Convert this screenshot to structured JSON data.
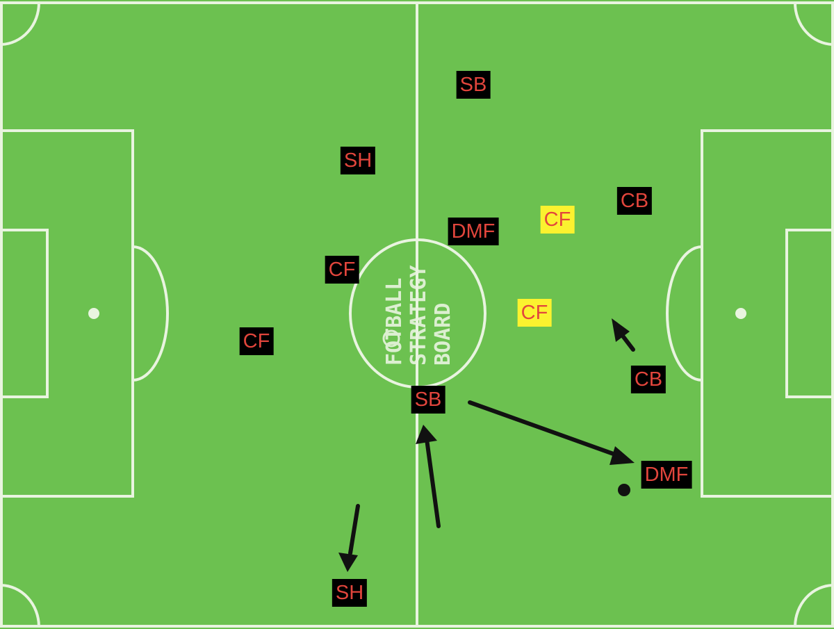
{
  "colors": {
    "pitch": "#6cc150",
    "lines": "#e9f4e0",
    "marker_dark_bg": "#000000",
    "marker_light_bg": "#fbf22f",
    "marker_text": "#e2453c",
    "arrows": "#111111"
  },
  "logo": {
    "line1": "FOTBALL",
    "line2": "STRATEGY",
    "line3": "BOARD"
  },
  "players": {
    "sb_top": "SB",
    "sh_top": "SH",
    "dmf_center": "DMF",
    "cf_yellow_top": "CF",
    "cb_top": "CB",
    "cf_mid": "CF",
    "cf_yellow_mid": "CF",
    "cf_left": "CF",
    "cb_right": "CB",
    "sb_center": "SB",
    "dmf_right": "DMF",
    "sh_bottom": "SH"
  }
}
